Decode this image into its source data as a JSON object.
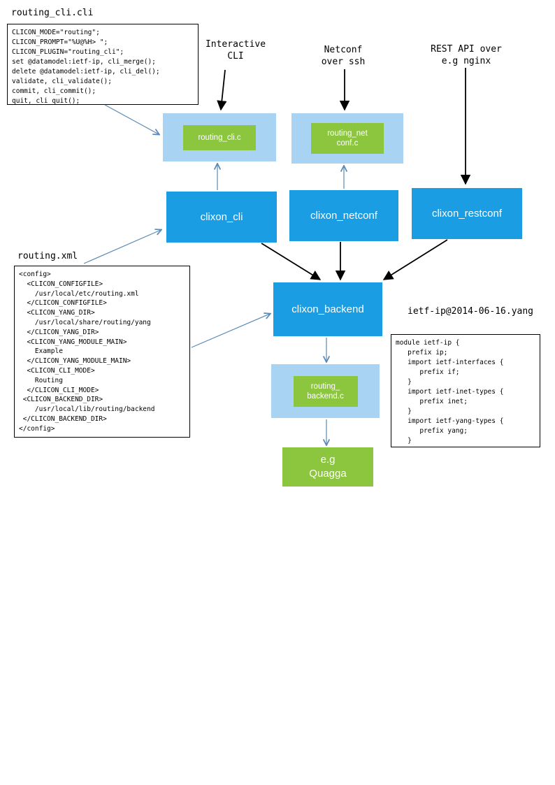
{
  "colors": {
    "node_blue": "#1b9de3",
    "node_light_blue": "#a9d3f2",
    "node_green": "#8cc63f",
    "arrow_blue": "#5b8ab5",
    "arrow_black": "#000000"
  },
  "annotations": {
    "routing_cli_title": "routing_cli.cli",
    "interactive_cli": "Interactive\nCLI",
    "netconf_over_ssh": "Netconf\nover ssh",
    "rest_api": "REST API over\ne.g nginx",
    "routing_xml_title": "routing.xml",
    "yang_title": "ietf-ip@2014-06-16.yang"
  },
  "code": {
    "routing_cli_cli": [
      "CLICON_MODE=\"routing\";",
      "CLICON_PROMPT=\"%U@%H> \";",
      "CLICON_PLUGIN=\"routing_cli\";",
      "set @datamodel:ietf-ip, cli_merge();",
      "delete @datamodel:ietf-ip, cli_del();",
      "validate, cli_validate();",
      "commit, cli_commit();",
      "quit, cli_quit();"
    ],
    "routing_xml": [
      "<config>",
      "  <CLICON_CONFIGFILE>",
      "    /usr/local/etc/routing.xml",
      "  </CLICON_CONFIGFILE>",
      "  <CLICON_YANG_DIR>",
      "    /usr/local/share/routing/yang",
      "  </CLICON_YANG_DIR>",
      "  <CLICON_YANG_MODULE_MAIN>",
      "    Example",
      "  </CLICON_YANG_MODULE_MAIN>",
      "  <CLICON_CLI_MODE>",
      "    Routing",
      "  </CLICON_CLI_MODE>",
      " <CLICON_BACKEND_DIR>",
      "    /usr/local/lib/routing/backend",
      " </CLICON_BACKEND_DIR>",
      "</config>"
    ],
    "yang_module": [
      "module ietf-ip {",
      "   prefix ip;",
      "   import ietf-interfaces {",
      "      prefix if;",
      "   }",
      "   import ietf-inet-types {",
      "      prefix inet;",
      "   }",
      "   import ietf-yang-types {",
      "      prefix yang;",
      "   }"
    ]
  },
  "nodes": {
    "routing_cli_c": "routing_cli.c",
    "routing_netconf_c": "routing_net\nconf.c",
    "clixon_cli": "clixon_cli",
    "clixon_netconf": "clixon_netconf",
    "clixon_restconf": "clixon_restconf",
    "clixon_backend": "clixon_backend",
    "routing_backend_c": "routing_\nbackend.c",
    "quagga": "e.g\nQuagga"
  }
}
